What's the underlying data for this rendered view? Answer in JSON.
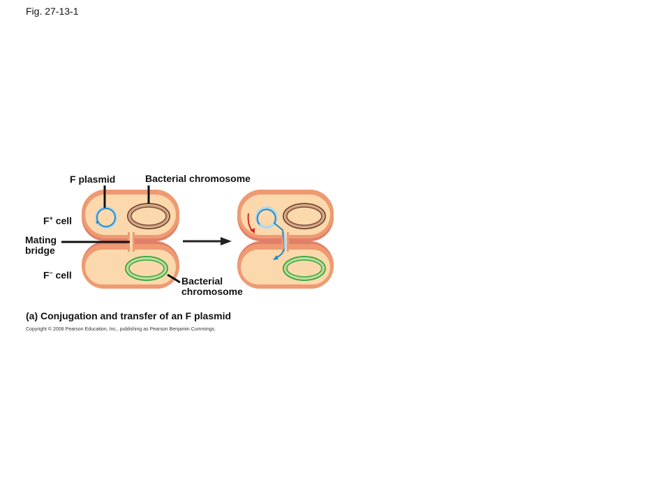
{
  "figure": {
    "id": "Fig. 27-13-1",
    "caption": "(a) Conjugation and transfer of an F plasmid",
    "copyright": "Copyright © 2008 Pearson Education, Inc., publishing as Pearson Benjamin Cummings."
  },
  "labels": {
    "f_plasmid": "F plasmid",
    "bacterial_chromosome_top": "Bacterial chromosome",
    "f_plus_letter": "F",
    "f_plus_sign": "+",
    "f_plus_word": " cell",
    "mating_line1": "Mating",
    "mating_line2": "bridge",
    "f_minus_letter": "F",
    "f_minus_sign": "–",
    "f_minus_word": " cell",
    "bacterial_line1": "Bacterial",
    "bacterial_line2": "chromosome"
  },
  "colors": {
    "cell_fill": "#fcd9ac",
    "cell_wall": "#ef9a72",
    "cell_shadow": "#e0806a",
    "plasmid": "#2d87c4",
    "plasmid_light": "#aed9f2",
    "chromosome_brown": "#7a4a33",
    "chromosome_green": "#3aaa3a",
    "arrow_red": "#d42a1f",
    "arrow_black": "#222222"
  }
}
